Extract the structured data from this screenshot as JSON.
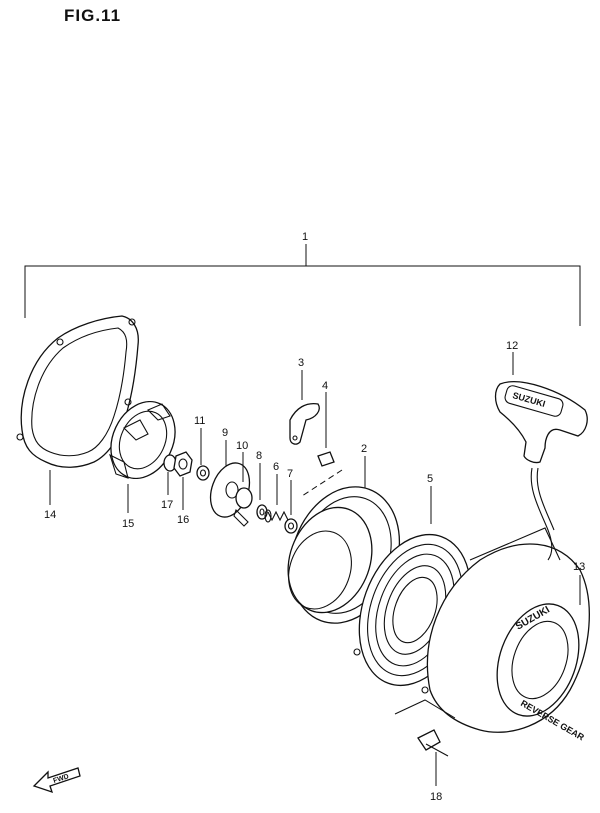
{
  "title": "FIG.11",
  "labels": {
    "p1": "1",
    "p2": "2",
    "p3": "3",
    "p4": "4",
    "p5": "5",
    "p6": "6",
    "p7": "7",
    "p8": "8",
    "p9": "9",
    "p10": "10",
    "p11": "11",
    "p12": "12",
    "p13": "13",
    "p14": "14",
    "p15": "15",
    "p16": "16",
    "p17": "17",
    "p18": "18"
  },
  "embossed": {
    "handle_brand": "SUZUKI",
    "cover_brand": "SUZUKI",
    "cover_text": "REVERSE GEAR",
    "fwd_arrow": "FWD"
  }
}
